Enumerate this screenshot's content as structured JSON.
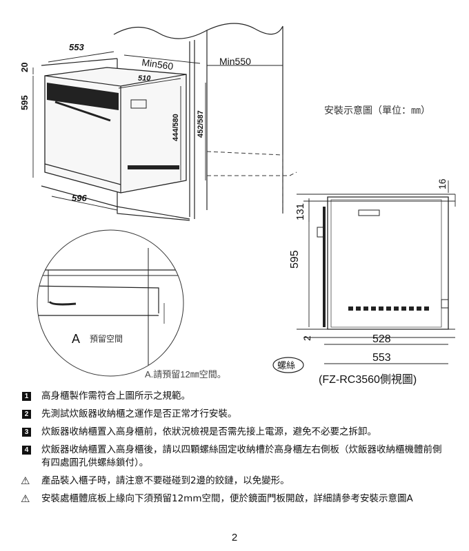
{
  "diagram": {
    "dims_top": {
      "w553": "553",
      "min560": "Min560",
      "min550": "Min550",
      "d510": "510",
      "h20": "20",
      "h595": "595",
      "h444_580": "444/580",
      "h452_587": "452/587",
      "w596": "596"
    },
    "caption": "安裝示意圖（單位：㎜）",
    "detail": {
      "label_A": "A",
      "label_reserve": "預留空間",
      "note": "A.請預留12㎜空間。"
    },
    "side_view": {
      "d16": "16",
      "d131": "131",
      "d595": "595",
      "d2": "2",
      "d528": "528",
      "d553": "553",
      "screw_label": "螺絲",
      "title": "(FZ-RC3560側視圖)"
    }
  },
  "steps": [
    {
      "mark": "1",
      "text": "高身櫃製作需符合上圖所示之規範。"
    },
    {
      "mark": "2",
      "text": "先測試炊飯器收納櫃之運作是否正常才行安裝。"
    },
    {
      "mark": "3",
      "text": "炊飯器收納櫃置入高身櫃前，依狀況檢視是否需先接上電源，避免不必要之拆卸。"
    },
    {
      "mark": "4",
      "text": "炊飯器收納櫃置入高身櫃後，請以四顆螺絲固定收納槽於高身櫃左右側板（炊飯器收納櫃機體前側有四處圓孔供螺絲鎖付）。"
    }
  ],
  "warnings": [
    {
      "icon": "⚠",
      "text": "產品裝入櫃子時，請注意不要碰碰到2邊的鉸鏈，以免變形。"
    },
    {
      "icon": "⚠",
      "text": "安裝處櫃體底板上緣向下須預留12mm空間，便於鏡面門板開啟，詳細請參考安裝示意圖A"
    }
  ],
  "page_number": "2"
}
